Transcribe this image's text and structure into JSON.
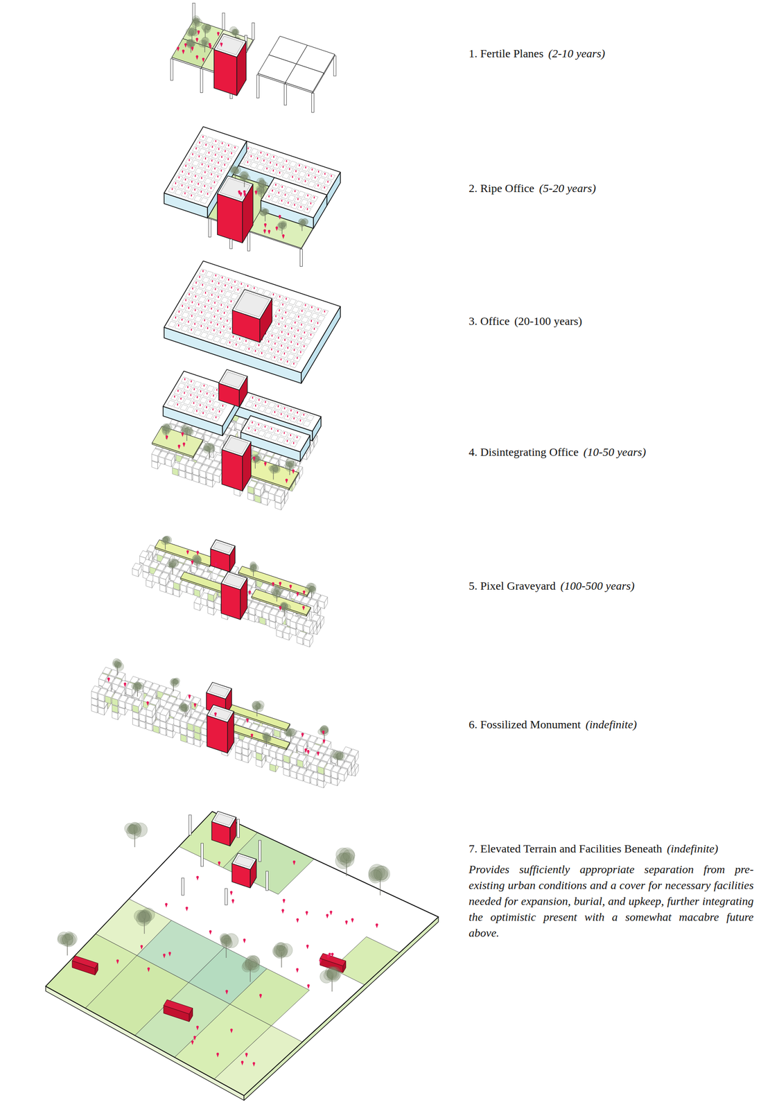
{
  "diagram": {
    "caption": "Provides sufficiently appropriate separation from pre-existing urban conditions and a cover for necessary facilities needed for expansion, burial, and upkeep, further integrating the optimistic present with a somewhat macabre future above.",
    "labels": [
      "1. Fertile Planes",
      "(2-10 years)",
      "2. Ripe Office",
      "(5-20 years)",
      "3. Office",
      "(20-100 years)",
      "4. Disintegrating Office",
      "(10-50 years)",
      "5. Pixel Graveyard",
      "(100-500 years)",
      "6. Fossilized Monument",
      "(indefinite)",
      "7. Elevated Terrain and Facilities Beneath",
      "(indefinite)"
    ]
  }
}
